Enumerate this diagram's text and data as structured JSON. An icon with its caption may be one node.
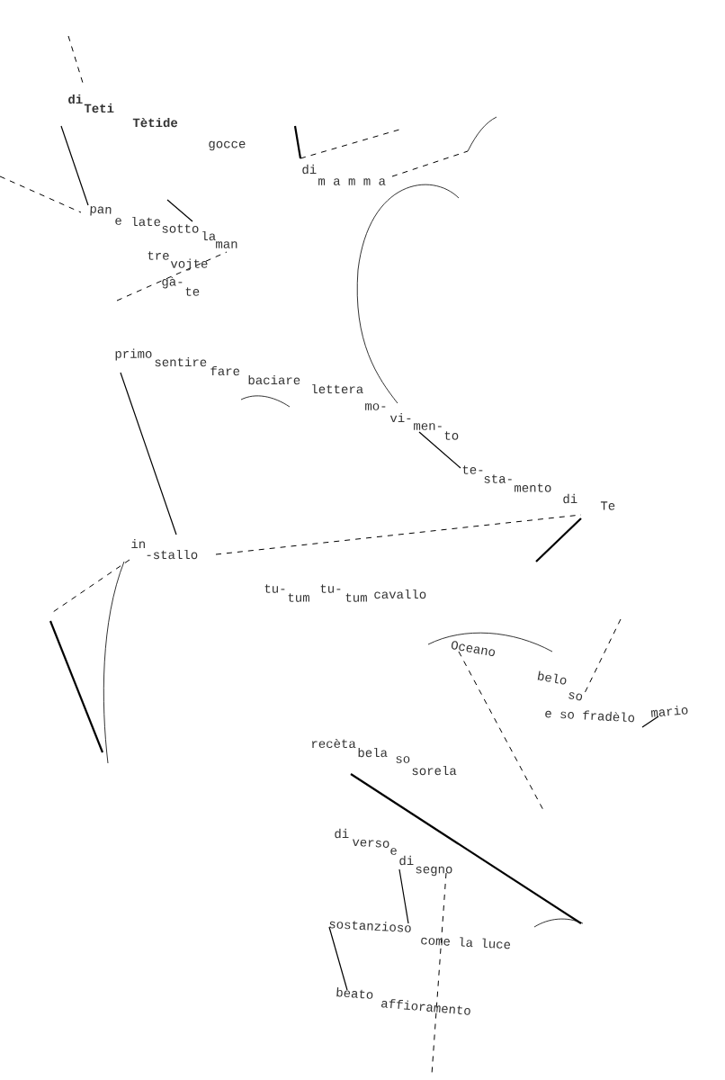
{
  "diagram": {
    "labels": [
      "di",
      "Teti",
      "Tètide",
      "gocce",
      "di",
      "m a m m a",
      "pan",
      "e",
      "late",
      "sotto",
      "la",
      "man",
      "tre",
      "vojte",
      "gà-",
      "te",
      "primo",
      "sentire",
      "fare",
      "baciare",
      "lettera",
      "mo-",
      "vi-",
      "men-",
      "to",
      "te-",
      "sta-",
      "mento",
      "di",
      "Te",
      "in",
      "-stallo",
      "tu-",
      "tum",
      "tu-",
      "tum",
      "cavallo",
      "Oceano",
      "belo",
      "so",
      "e so fradèlo",
      "mario",
      "recèta",
      "bela",
      "so",
      "sorela",
      "di",
      "verso",
      "e",
      "di",
      "segno",
      "sostanzioso",
      "come la luce",
      "beato",
      "affioramento"
    ]
  }
}
